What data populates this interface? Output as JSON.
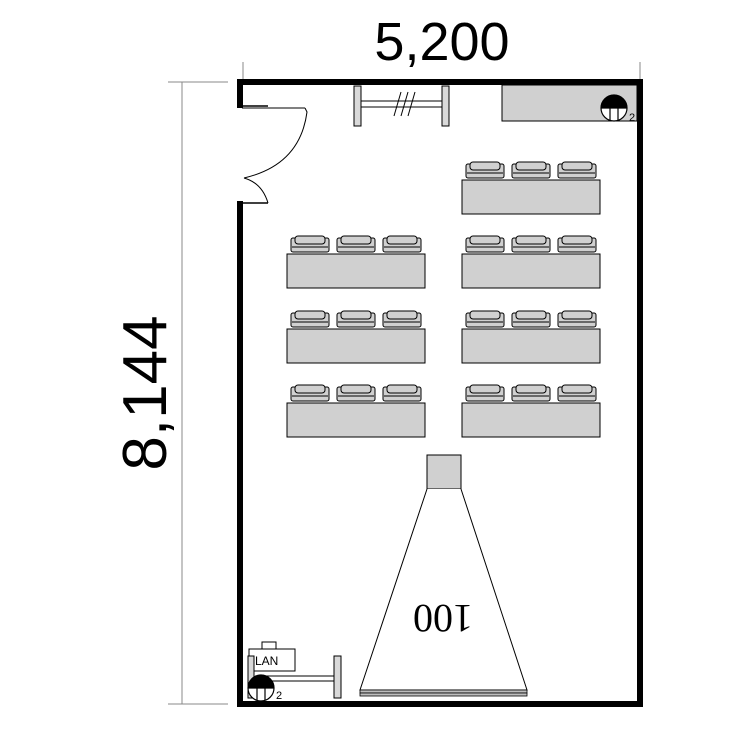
{
  "dimensions": {
    "width_label": "5,200",
    "height_label": "8,144"
  },
  "screen": {
    "size_label": "100"
  },
  "lan": {
    "label": "LAN"
  },
  "outlets": [
    {
      "name": "outlet-top-right",
      "count_label": "2"
    },
    {
      "name": "outlet-bottom-left",
      "count_label": "2"
    }
  ],
  "tables": {
    "rows": 4,
    "chairs_per_table": 3,
    "left_column_rows": 3,
    "right_column_rows": 4
  }
}
